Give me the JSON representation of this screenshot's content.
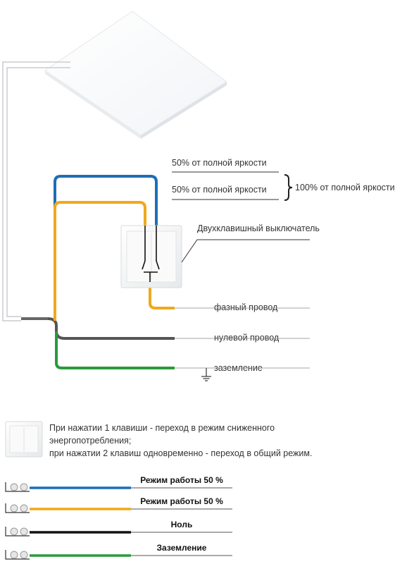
{
  "colors": {
    "phase": "#f0a81c",
    "blue": "#1c6fb5",
    "neutral": "#555555",
    "ground": "#2a9a3c",
    "black": "#111111",
    "leader": "#333333"
  },
  "diagram": {
    "brightness_line_1": "50% от полной яркости",
    "brightness_line_2": "50% от полной яркости",
    "brightness_total": "100% от полной яркости",
    "switch_label": "Двухклавишный выключатель",
    "phase_label": "фазный провод",
    "neutral_label": "нулевой провод",
    "ground_label": "заземление"
  },
  "note": {
    "line1": "При нажатии 1 клавиши - переход в режим сниженного",
    "line2": "энергопотребления;",
    "line3": "при нажатии 2 клавиш одновременно - переход в общий режим."
  },
  "legend": [
    {
      "label": "Режим работы 50 %",
      "color": "blue"
    },
    {
      "label": "Режим работы 50 %",
      "color": "phase"
    },
    {
      "label": "Ноль",
      "color": "black"
    },
    {
      "label": "Заземление",
      "color": "ground"
    }
  ]
}
